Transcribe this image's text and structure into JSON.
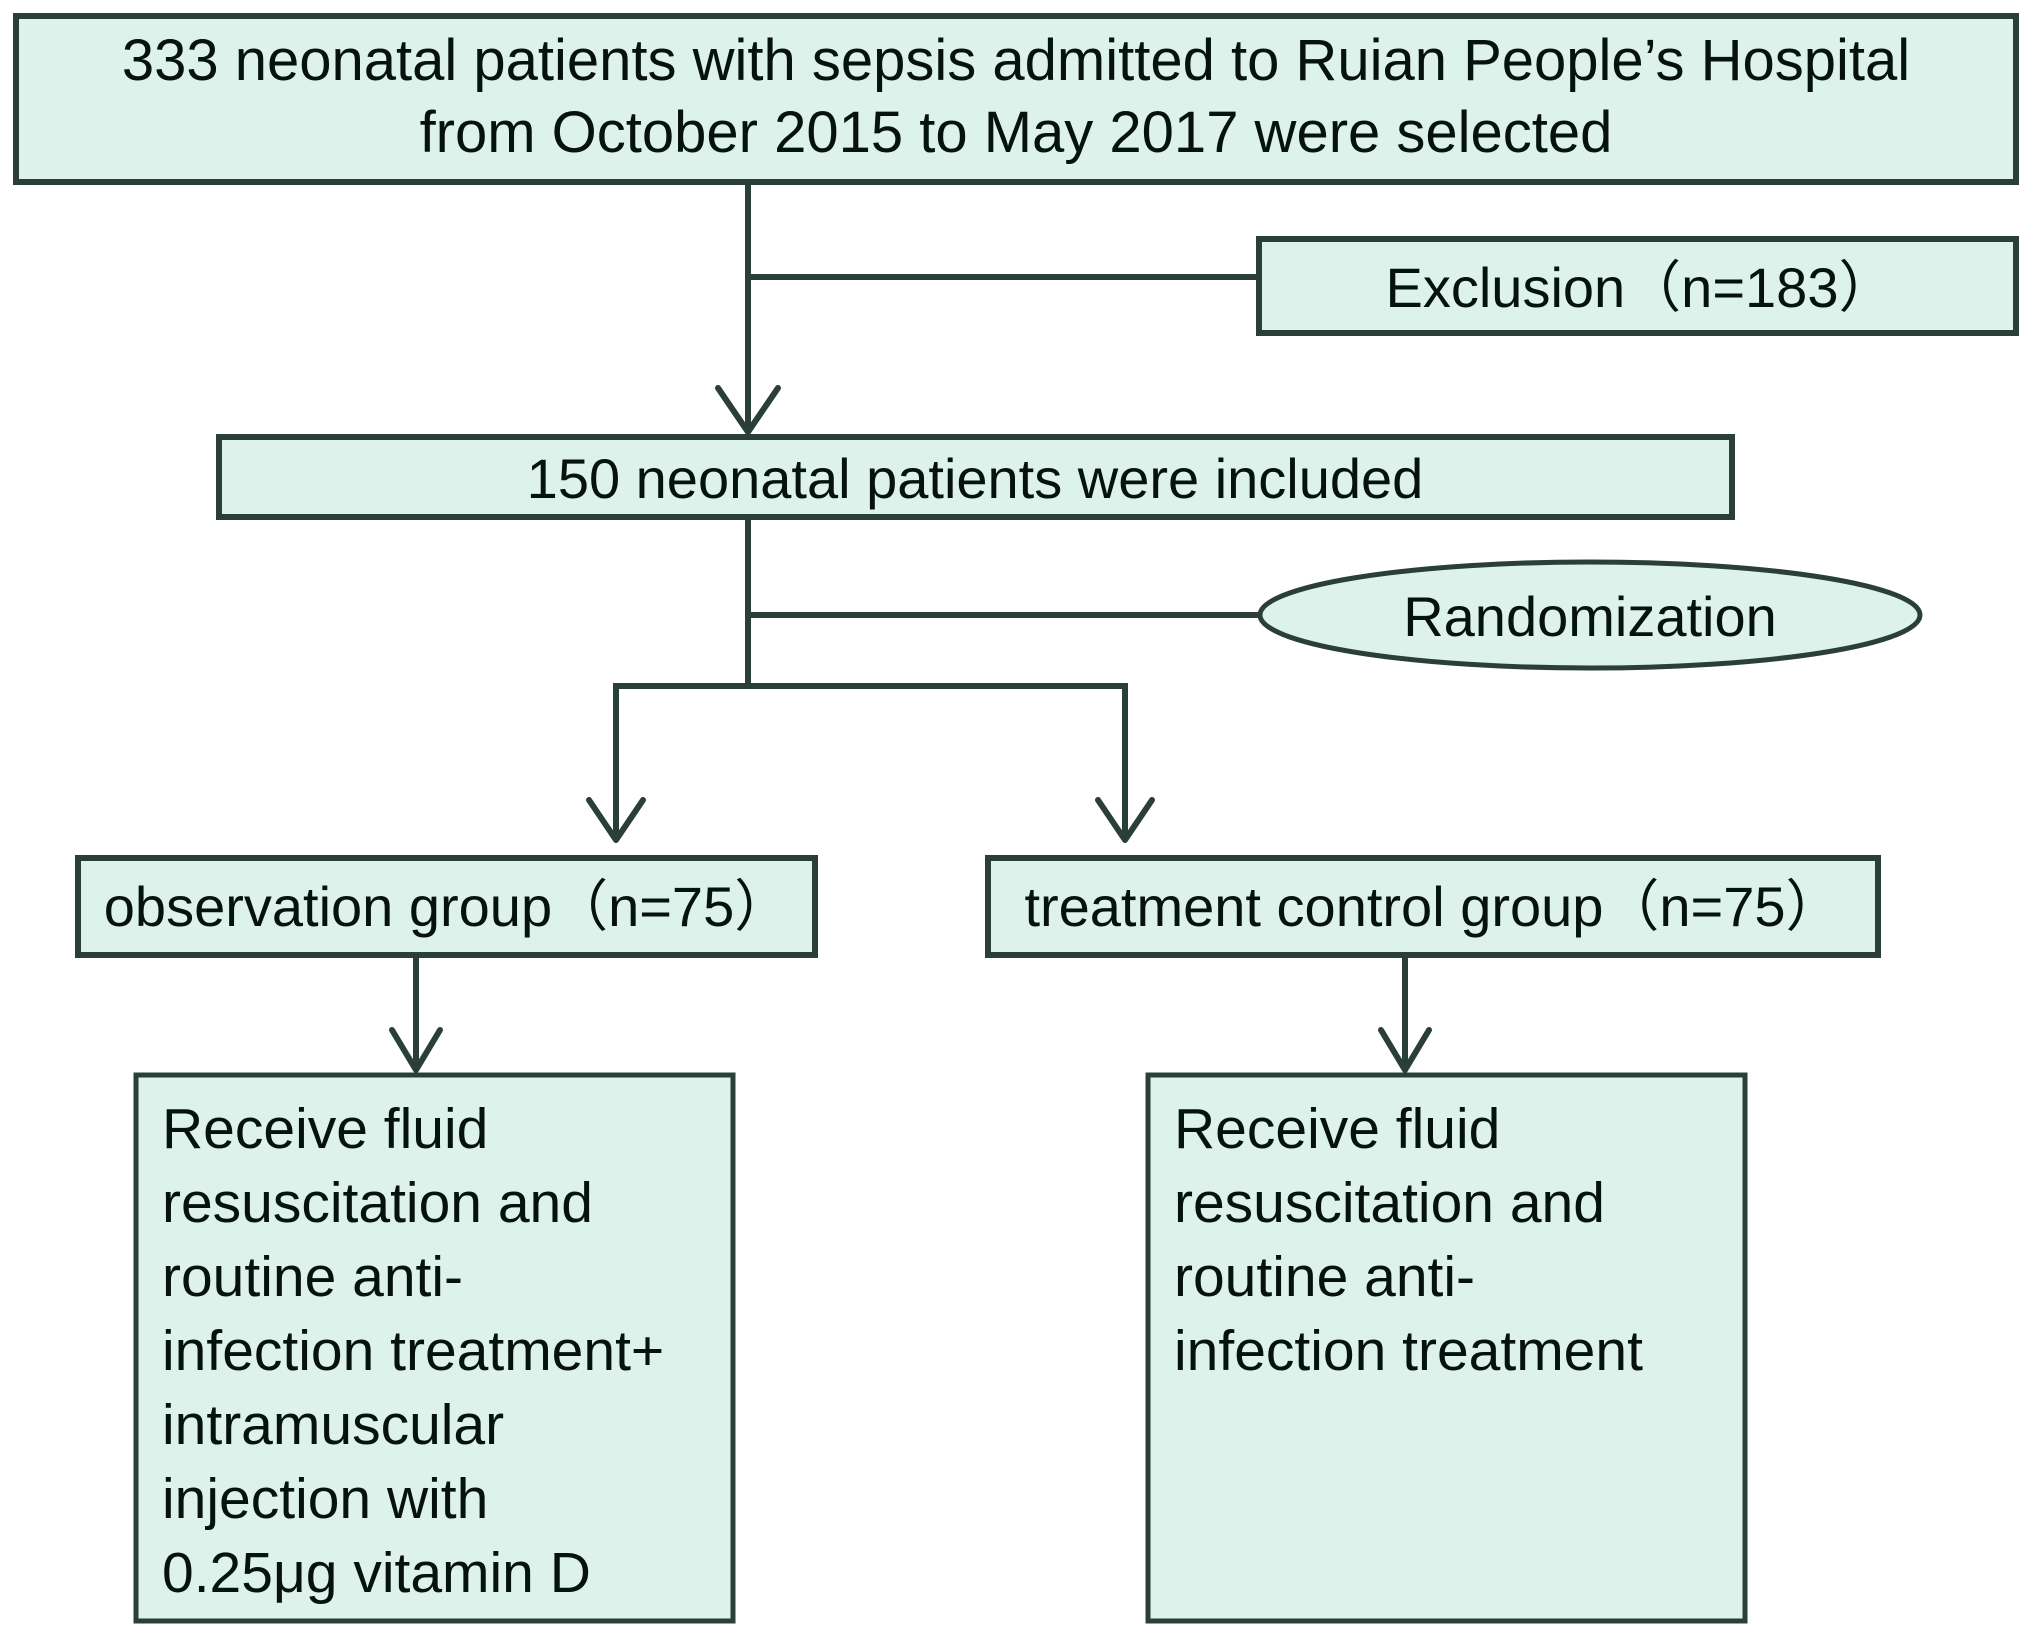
{
  "diagram": {
    "type": "flowchart",
    "title": "Study enrollment and randomization flow diagram",
    "colors": {
      "node_fill": "#ddf2ea",
      "node_border": "#2b3f3a",
      "text": "#05120d",
      "background": "#ffffff"
    },
    "nodes": {
      "enrolled": {
        "shape": "rectangle",
        "line1": "333 neonatal patients with sepsis admitted to Ruian People’s Hospital",
        "line2": "from October 2015 to May 2017 were selected"
      },
      "exclusion": {
        "shape": "rectangle",
        "label": "Exclusion（n=183）"
      },
      "included": {
        "shape": "rectangle",
        "label": "150 neonatal patients were included"
      },
      "randomization": {
        "shape": "ellipse",
        "label": "Randomization"
      },
      "observation_group": {
        "shape": "rectangle",
        "label": "observation group（n=75）"
      },
      "control_group": {
        "shape": "rectangle",
        "label": "treatment control group（n=75）"
      },
      "observation_treatment": {
        "shape": "rectangle",
        "lines": [
          "Receive fluid",
          "resuscitation and",
          "routine anti-",
          "infection treatment+",
          "intramuscular",
          "injection with",
          "0.25μg vitamin D"
        ]
      },
      "control_treatment": {
        "shape": "rectangle",
        "lines": [
          "Receive fluid",
          "resuscitation and",
          "routine anti-",
          "infection treatment"
        ]
      }
    },
    "edges": [
      {
        "from": "enrolled",
        "to": "included",
        "style": "arrow"
      },
      {
        "from": "enrolled",
        "to": "exclusion",
        "style": "line"
      },
      {
        "from": "included",
        "to": "randomization",
        "style": "line"
      },
      {
        "from": "included",
        "to": "observation_group",
        "style": "arrow"
      },
      {
        "from": "included",
        "to": "control_group",
        "style": "arrow"
      },
      {
        "from": "observation_group",
        "to": "observation_treatment",
        "style": "arrow"
      },
      {
        "from": "control_group",
        "to": "control_treatment",
        "style": "arrow"
      }
    ]
  }
}
